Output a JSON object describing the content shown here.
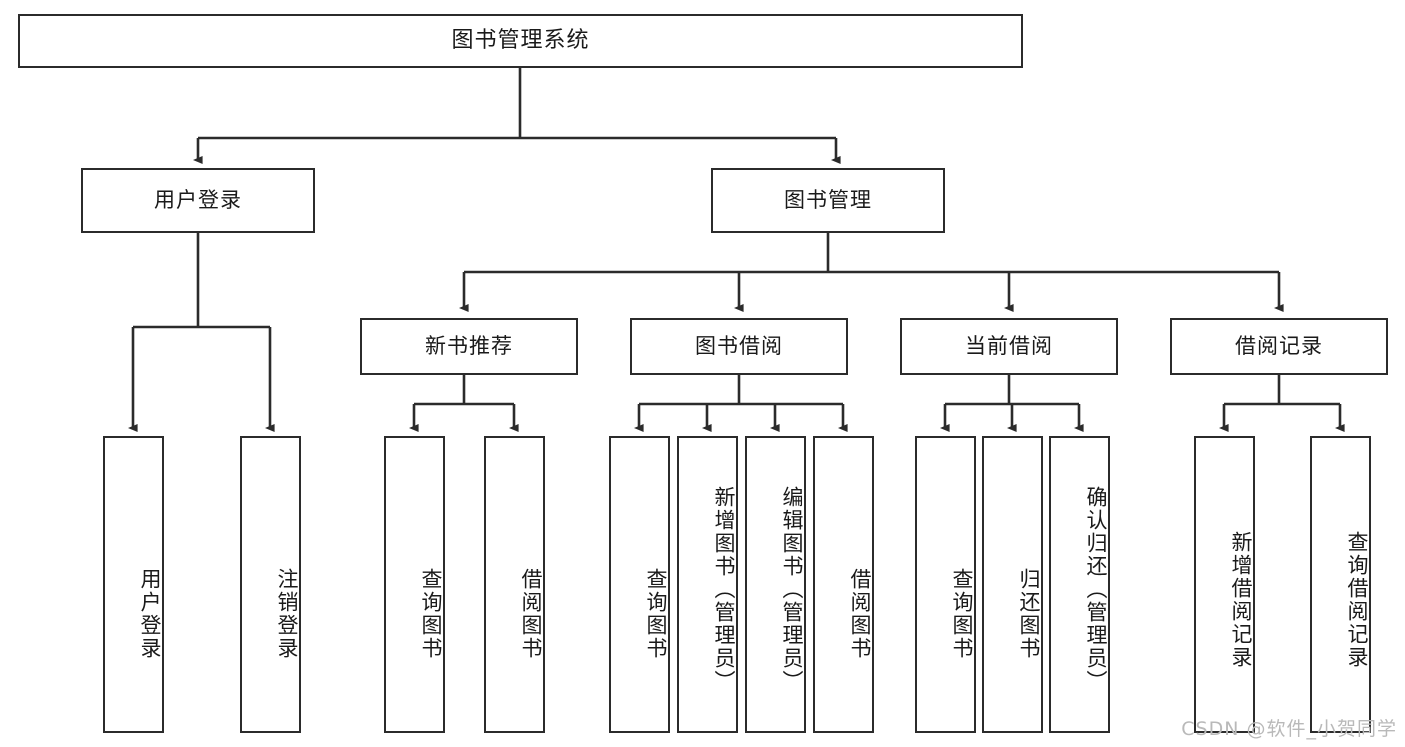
{
  "diagram": {
    "title": "图书管理系统",
    "watermark": "CSDN @软件_小贺同学",
    "line_color": "#2b2b2b",
    "box_fill": "#ffffff",
    "text_color": "#1a1a1a",
    "watermark_color": "#b9b9b9"
  },
  "levels": {
    "root": {
      "label": "图书管理系统"
    },
    "level2": [
      {
        "label": "用户登录"
      },
      {
        "label": "图书管理"
      }
    ],
    "level3": [
      {
        "label": "新书推荐"
      },
      {
        "label": "图书借阅"
      },
      {
        "label": "当前借阅"
      },
      {
        "label": "借阅记录"
      }
    ],
    "leaves": {
      "user_login": [
        {
          "label": "用户登录"
        },
        {
          "label": "注销登录"
        }
      ],
      "new_book_recommend": [
        {
          "label": "查询图书"
        },
        {
          "label": "借阅图书"
        }
      ],
      "book_borrow": [
        {
          "label": "查询图书"
        },
        {
          "label": "新增图书（管理员）"
        },
        {
          "label": "编辑图书（管理员）"
        },
        {
          "label": "借阅图书"
        }
      ],
      "current_borrow": [
        {
          "label": "查询图书"
        },
        {
          "label": "归还图书"
        },
        {
          "label": "确认归还（管理员）"
        }
      ],
      "borrow_record": [
        {
          "label": "新增借阅记录"
        },
        {
          "label": "查询借阅记录"
        }
      ]
    }
  }
}
